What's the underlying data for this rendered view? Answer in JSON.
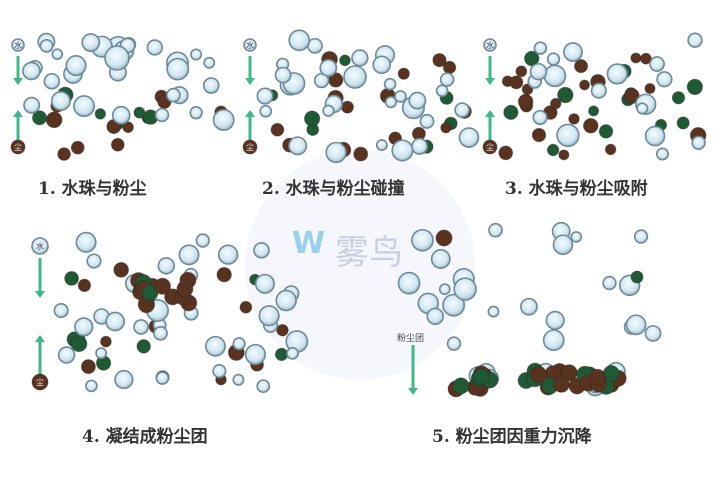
{
  "captions": [
    "1. 水珠与粉尘",
    "2. 水珠与粉尘碰撞",
    "3. 水珠与粉尘吸附",
    "4. 凝结成粉尘团",
    "5. 粉尘团因重力沉降"
  ],
  "legend": {
    "water_symbol": "水",
    "dust_symbol": "尘",
    "dust_cluster_label": "粉尘团"
  },
  "watermark": {
    "text": "雾鸟",
    "logo": "W"
  },
  "colors": {
    "water": "#cfe6f2",
    "water_edge": "#6e8a96",
    "dust_brown": "#5a3320",
    "dust_green": "#1f5a35",
    "arrow": "#3cb88a"
  }
}
